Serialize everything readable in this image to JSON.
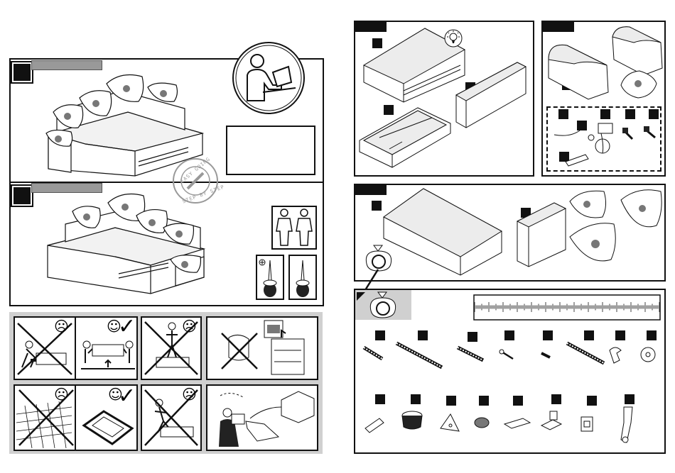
{
  "stamp": {
    "top_text": "EASY GOING",
    "bottom_text": "STEP BY STEP"
  },
  "colors": {
    "ink": "#111111",
    "tab_gray": "#999999",
    "warning_bg": "#d0d0d0",
    "part_gray": "#777777",
    "surface": "#ececec"
  },
  "icons": [
    "manual-reading-person-icon",
    "two-people-icon",
    "phillips-screwdriver-icon",
    "flat-screwdriver-icon",
    "light-bulb-icon",
    "hardware-bag-icon",
    "ruler-icon",
    "happy-face-icon",
    "sad-face-icon",
    "checkmark-icon"
  ],
  "sections": {
    "intro": {
      "step_count": 2
    },
    "warnings": {
      "cell_count": 8
    },
    "parts": {
      "package_count": 3,
      "hardware_top_row": 8,
      "hardware_bottom_row": 8
    }
  }
}
